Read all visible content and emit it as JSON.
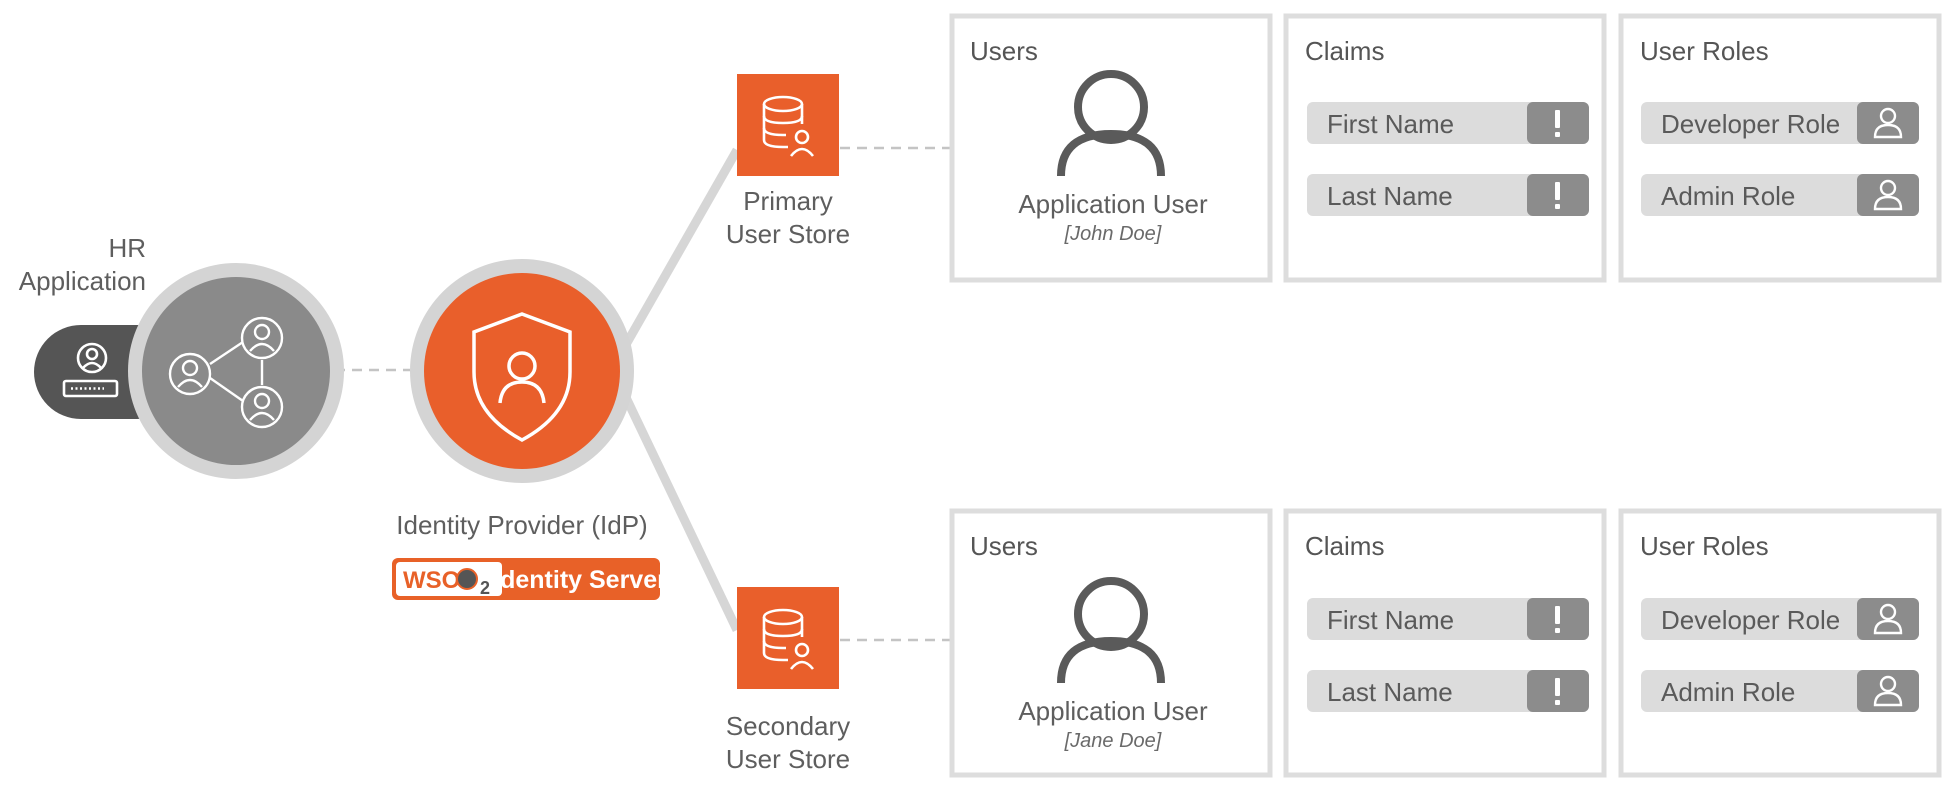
{
  "colors": {
    "accent": "#E95F2B",
    "panel_border": "#DDDDDD",
    "pill_bg": "#DCDCDC",
    "pill_icon_bg": "#8C8C8C",
    "app_circle": "#8A8A8A",
    "app_ring": "#D4D4D4",
    "dark_device": "#555555"
  },
  "hr_app": {
    "line1": "HR",
    "line2": "Application"
  },
  "idp": {
    "label": "Identity Provider (IdP)",
    "badge_left": "WSO",
    "badge_sub": "2",
    "badge_right": "Identity Server"
  },
  "stores": [
    {
      "label_line1": "Primary",
      "label_line2": "User Store",
      "users": {
        "title": "Users",
        "role_name": "Application User",
        "person": "[John Doe]"
      },
      "claims": {
        "title": "Claims",
        "items": [
          "First Name",
          "Last Name"
        ]
      },
      "roles": {
        "title": "User Roles",
        "items": [
          "Developer Role",
          "Admin Role"
        ]
      }
    },
    {
      "label_line1": "Secondary",
      "label_line2": "User Store",
      "users": {
        "title": "Users",
        "role_name": "Application User",
        "person": "[Jane Doe]"
      },
      "claims": {
        "title": "Claims",
        "items": [
          "First Name",
          "Last Name"
        ]
      },
      "roles": {
        "title": "User Roles",
        "items": [
          "Developer Role",
          "Admin Role"
        ]
      }
    }
  ],
  "icons": [
    "person-icon",
    "shield-user-icon",
    "database-user-icon",
    "exclamation-icon",
    "user-role-icon",
    "network-users-icon",
    "user-device-icon"
  ]
}
